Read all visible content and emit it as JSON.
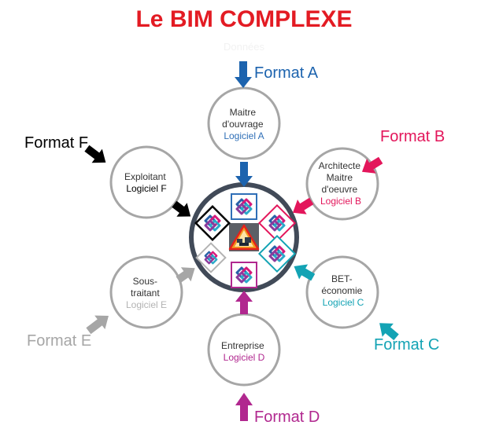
{
  "title": "Le BIM COMPLEXE",
  "subtitle": "Données",
  "colors": {
    "title": "#e31b23",
    "ring": "#414a58",
    "node_border": "#a6a6a6",
    "format_a": "#1c63ae",
    "format_b": "#e3165b",
    "format_c": "#13a3b4",
    "format_d": "#b1288f",
    "format_e": "#a6a6a6",
    "format_f": "#000000",
    "software_a": "#2f6fb7",
    "software_b": "#e3165b",
    "software_c": "#13a3b4",
    "software_d": "#b1288f",
    "software_e": "#b3b3b3",
    "software_f": "#000000"
  },
  "formats": {
    "a": "Format A",
    "b": "Format B",
    "c": "Format C",
    "d": "Format D",
    "e": "Format E",
    "f": "Format F"
  },
  "nodes": {
    "maitre_ouvrage": {
      "lines": [
        "Maitre",
        "d'ouvrage"
      ],
      "software": "Logiciel A"
    },
    "architecte": {
      "lines": [
        "Architecte",
        "Maitre",
        "d'oeuvre"
      ],
      "software": "Logiciel B"
    },
    "bet": {
      "lines": [
        "BET-",
        "économie"
      ],
      "software": "Logiciel C"
    },
    "entreprise": {
      "lines": [
        "Entreprise"
      ],
      "software": "Logiciel D"
    },
    "sous_traitant": {
      "lines": [
        "Sous-",
        "traitant"
      ],
      "software": "Logiciel E"
    },
    "exploitant": {
      "lines": [
        "Exploitant"
      ],
      "software": "Logiciel F"
    }
  },
  "icons": {
    "center": "traffic-jam-warning-icon",
    "ifc": "ifc-logo-icon"
  }
}
